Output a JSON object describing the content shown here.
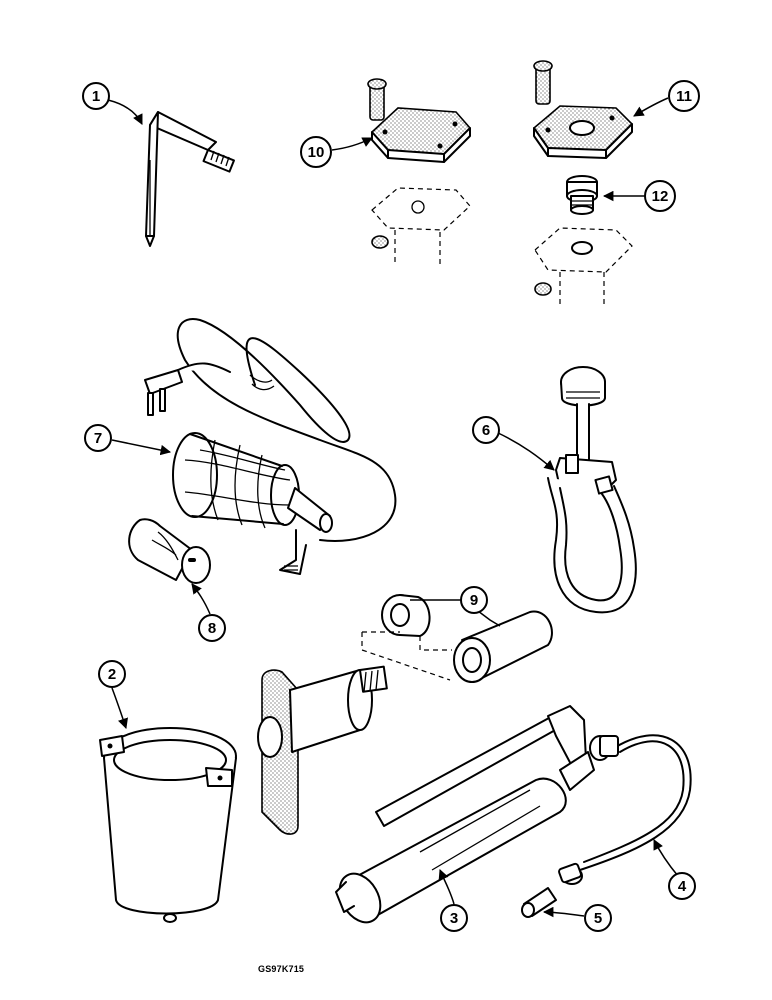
{
  "callouts": [
    {
      "id": "c1",
      "label": "1"
    },
    {
      "id": "c2",
      "label": "2"
    },
    {
      "id": "c3",
      "label": "3"
    },
    {
      "id": "c4",
      "label": "4"
    },
    {
      "id": "c5",
      "label": "5"
    },
    {
      "id": "c6",
      "label": "6"
    },
    {
      "id": "c7",
      "label": "7"
    },
    {
      "id": "c8",
      "label": "8"
    },
    {
      "id": "c9",
      "label": "9"
    },
    {
      "id": "c10",
      "label": "10"
    },
    {
      "id": "c11",
      "label": "11"
    },
    {
      "id": "c12",
      "label": "12"
    }
  ],
  "reference_code": "GS97K715"
}
